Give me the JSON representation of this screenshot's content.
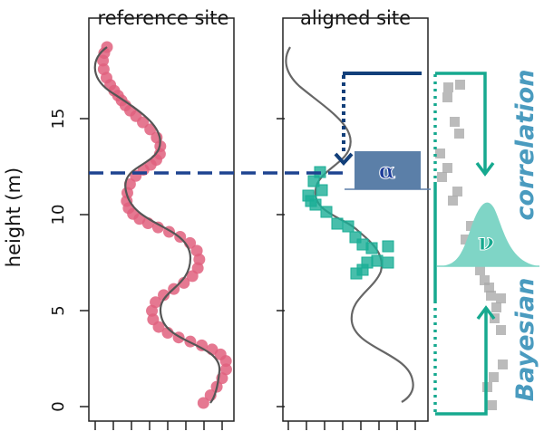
{
  "titles": {
    "left": "reference site",
    "right": "aligned site"
  },
  "y_axis": {
    "label": "height (m)",
    "ticks": [
      "0",
      "5",
      "10",
      "15"
    ]
  },
  "symbols": {
    "alpha": "α",
    "nu": "ν"
  },
  "side_labels": {
    "top": "correlation",
    "bottom": "Bayesian"
  },
  "colors": {
    "reference": "#e0607e",
    "aligned": "#1aae96",
    "proxy": "#aaaaaa",
    "navy": "#123f7a",
    "alpha_box": "#5b7fa8",
    "teal": "#16a98f",
    "label": "#4a9bbf"
  }
}
